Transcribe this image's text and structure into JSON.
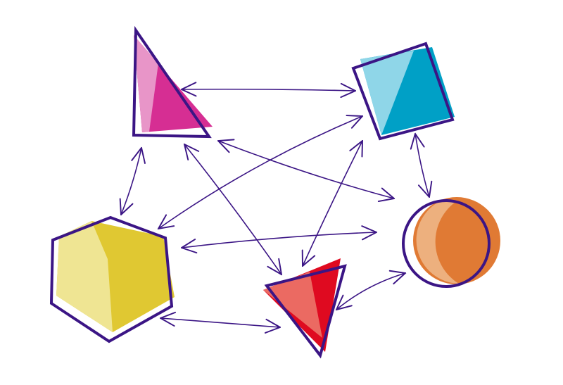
{
  "colors": {
    "outline": "#3b1585",
    "magenta": "#d62e93",
    "magenta_light": "#e895c8",
    "cyan": "#00a0c6",
    "cyan_light": "#8fd6e8",
    "yellow": "#e0c832",
    "yellow_light": "#efe593",
    "red": "#df0a20",
    "red_light": "#eb6a62",
    "orange": "#e07a34",
    "orange_light": "#edb07e"
  },
  "shapes": [
    "triangle-magenta",
    "square-cyan",
    "hexagon-yellow",
    "triangle-red",
    "circle-orange"
  ]
}
